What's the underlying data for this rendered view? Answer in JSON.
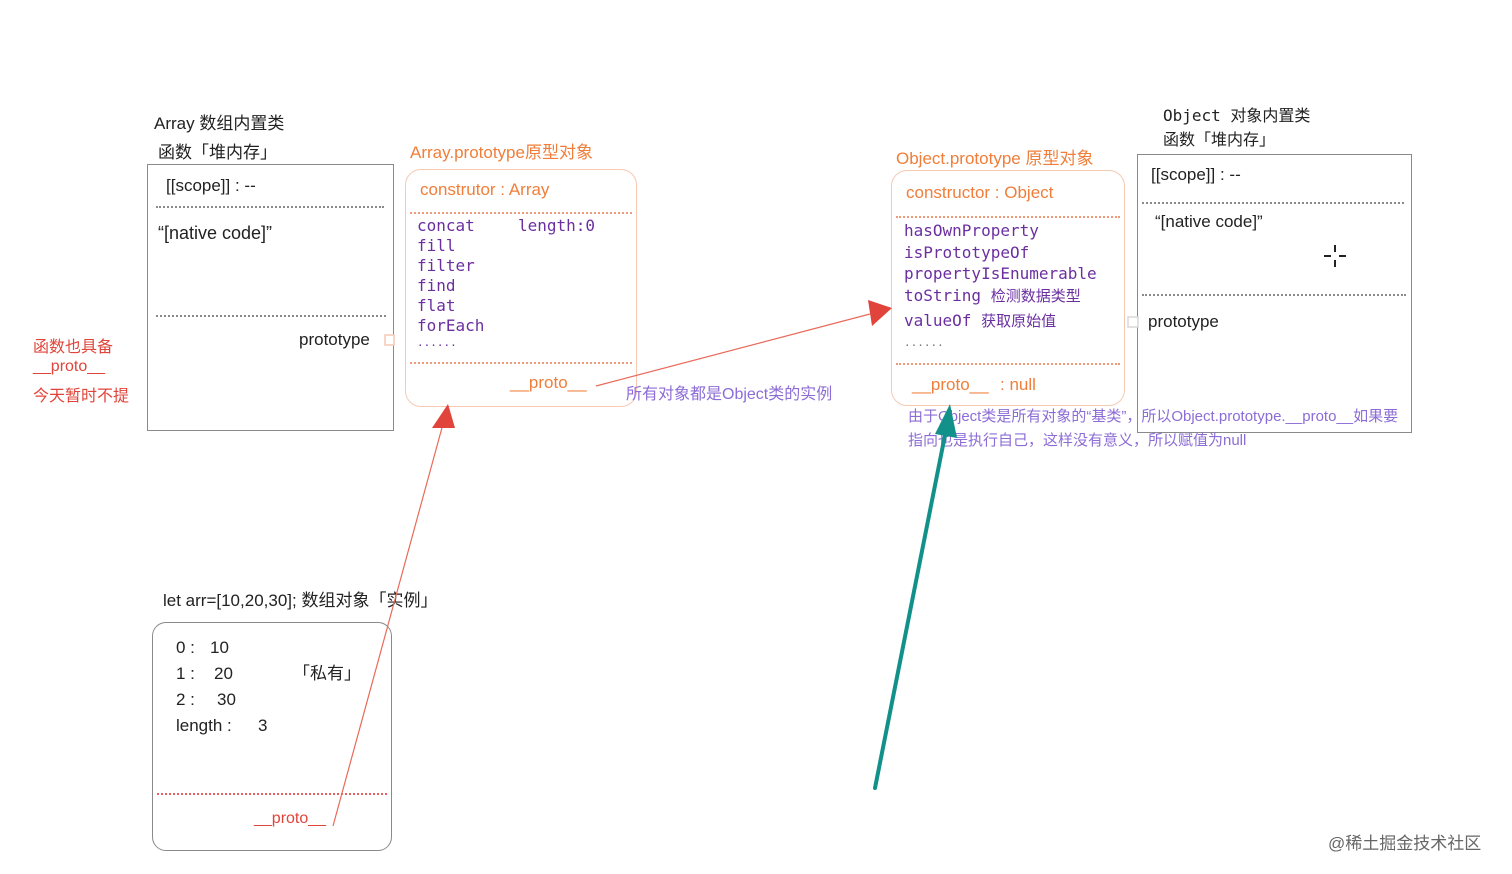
{
  "array_class": {
    "title_line1": "Array 数组内置类",
    "title_line2": "函数「堆内存」",
    "scope": "[[scope]] : --",
    "native": "“[native code]”",
    "prototype": "prototype"
  },
  "array_proto": {
    "title": "Array.prototype原型对象",
    "constructor": "construtor : Array",
    "methods": [
      "concat",
      "fill",
      "filter",
      "find",
      "flat",
      "forEach"
    ],
    "length": "length:0",
    "ellipsis": "......",
    "proto": "__proto__"
  },
  "object_proto": {
    "title": "Object.prototype 原型对象",
    "constructor": "constructor : Object",
    "methods": [
      "hasOwnProperty",
      "isPrototypeOf",
      "propertyIsEnumerable"
    ],
    "tostring_name": "toString",
    "tostring_note": "检测数据类型",
    "valueof_name": "valueOf",
    "valueof_note": "获取原始值",
    "ellipsis": "......",
    "proto": "__proto__",
    "proto_value": ": null"
  },
  "object_class": {
    "title_line1": "Object 对象内置类",
    "title_line2": "函数「堆内存」",
    "scope": "[[scope]] : --",
    "native": "“[native code]”",
    "prototype": "prototype"
  },
  "side_note": {
    "line1": "函数也具备",
    "line2": "__proto__",
    "line3": "今天暂时不提"
  },
  "instance_note": "所有对象都是Object类的实例",
  "object_note": {
    "line1": "由于Object类是所有对象的“基类”，所以Object.prototype.__proto__如果要",
    "line2": "指向也是执行自己，这样没有意义，所以赋值为null"
  },
  "arr_instance": {
    "title": "let arr=[10,20,30];  数组对象「实例」",
    "items": [
      {
        "key": "0 :",
        "value": "10"
      },
      {
        "key": "1 :",
        "value": "20"
      },
      {
        "key": "2 :",
        "value": "30"
      },
      {
        "key": "length :",
        "value": "3"
      }
    ],
    "private": "「私有」",
    "proto": "__proto__"
  },
  "watermark": "@稀土掘金技术社区",
  "colors": {
    "orange": "#f07e3a",
    "purple": "#7a3db0",
    "red_arrow": "#e0443a",
    "teal_arrow": "#12908a"
  }
}
